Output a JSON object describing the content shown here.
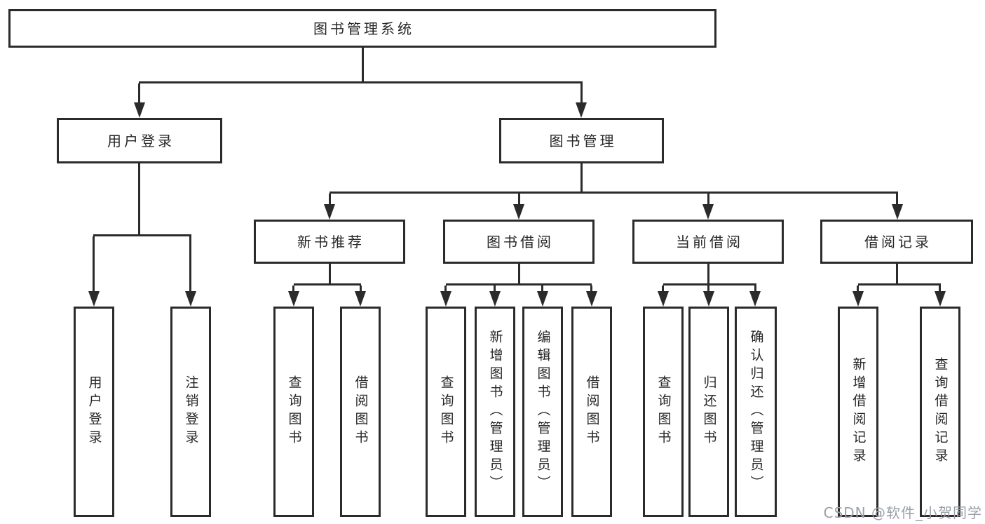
{
  "diagram": {
    "root": {
      "label": "图书管理系统"
    },
    "branches": [
      {
        "label": "用户登录",
        "children": [
          {
            "label": "用户登录"
          },
          {
            "label": "注销登录"
          }
        ]
      },
      {
        "label": "图书管理",
        "children": [
          {
            "label": "新书推荐",
            "children": [
              {
                "label": "查询图书"
              },
              {
                "label": "借阅图书"
              }
            ]
          },
          {
            "label": "图书借阅",
            "children": [
              {
                "label": "查询图书"
              },
              {
                "label": "新增图书（管理员）"
              },
              {
                "label": "编辑图书（管理员）"
              },
              {
                "label": "借阅图书"
              }
            ]
          },
          {
            "label": "当前借阅",
            "children": [
              {
                "label": "查询图书"
              },
              {
                "label": "归还图书"
              },
              {
                "label": "确认归还（管理员）"
              }
            ]
          },
          {
            "label": "借阅记录",
            "children": [
              {
                "label": "新增借阅记录"
              },
              {
                "label": "查询借阅记录"
              }
            ]
          }
        ]
      }
    ]
  },
  "watermark": {
    "text": "CSDN @软件_小贺同学"
  },
  "colors": {
    "line": "#2b2b2b",
    "box_border": "#2b2b2b",
    "box_fill": "#ffffff",
    "text": "#262626",
    "background": "#ffffff",
    "watermark": "#9a9fa8"
  }
}
